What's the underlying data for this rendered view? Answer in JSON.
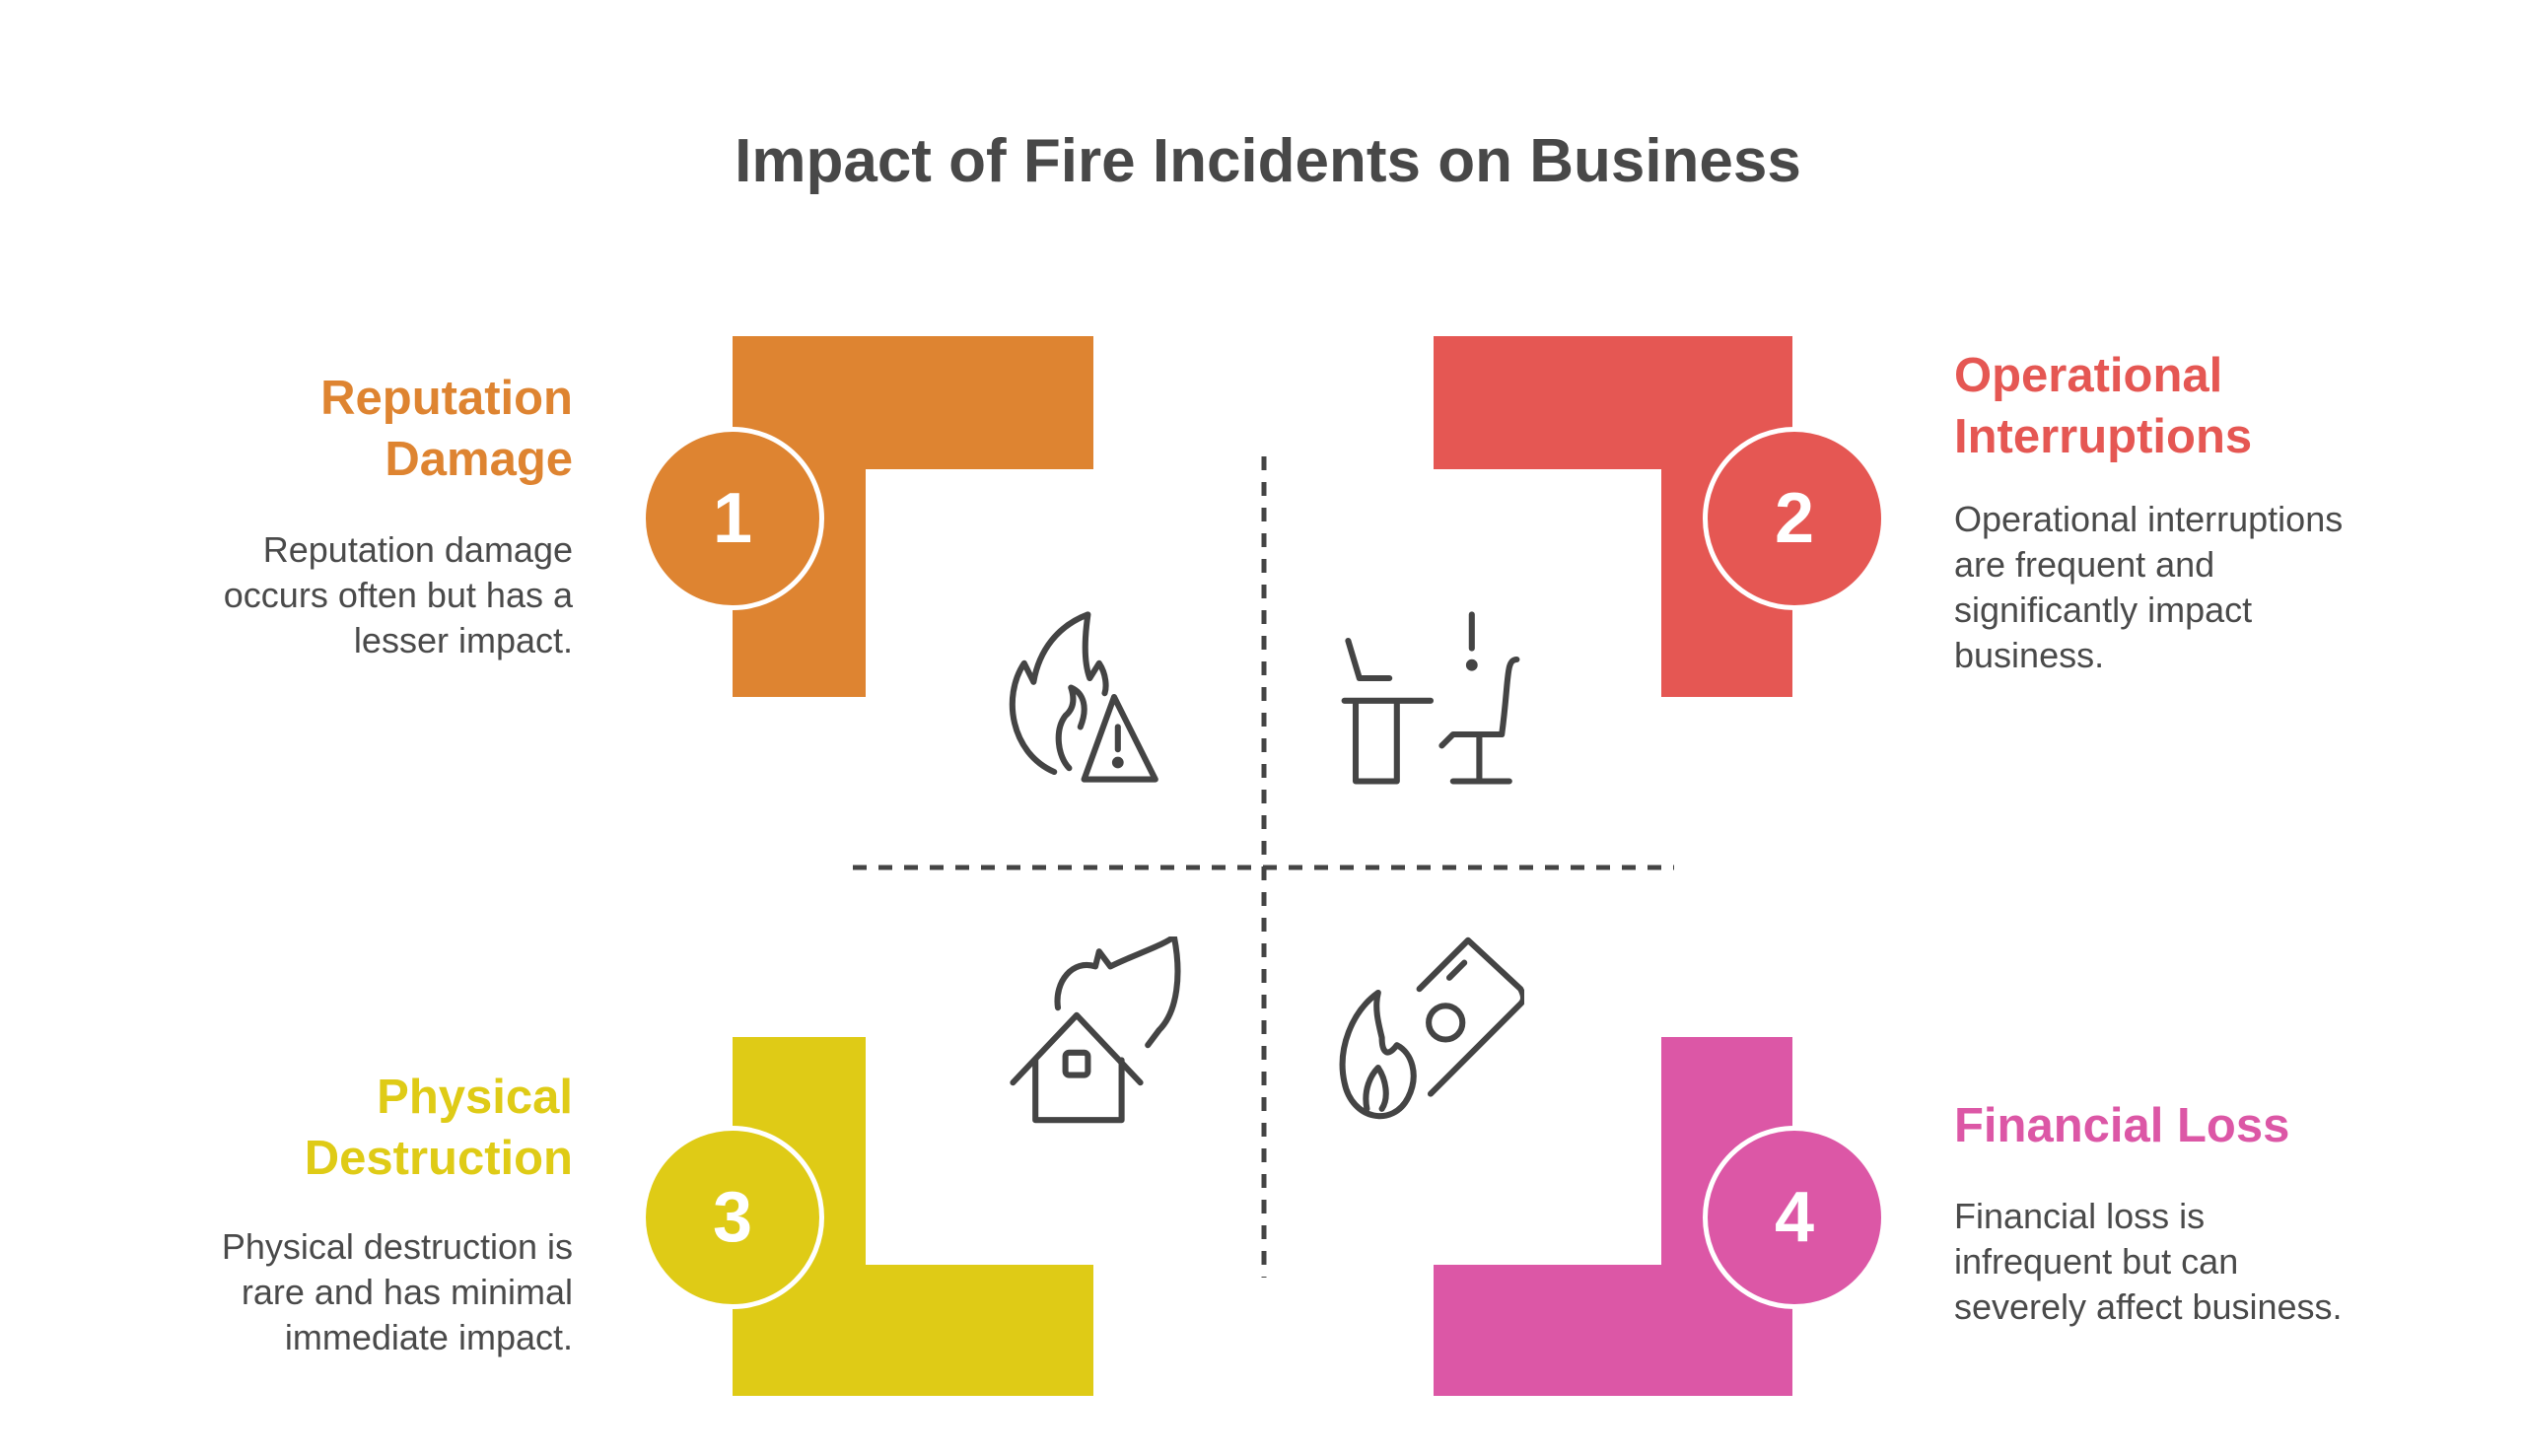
{
  "title": "Impact of Fire Incidents on Business",
  "colors": {
    "orange": "#DE8431",
    "red": "#E55753",
    "yellow": "#DFCB16",
    "pink": "#DC57A6",
    "text": "#474747"
  },
  "quadrants": [
    {
      "number": "1",
      "heading_lines": [
        "Reputation",
        "Damage"
      ],
      "body_lines": [
        "Reputation damage",
        "occurs often but has a",
        "lesser impact."
      ],
      "icon": "fire-warning-icon"
    },
    {
      "number": "2",
      "heading_lines": [
        "Operational",
        "Interruptions"
      ],
      "body_lines": [
        "Operational interruptions",
        "are frequent and",
        "significantly impact",
        "business."
      ],
      "icon": "office-desk-alert-icon"
    },
    {
      "number": "3",
      "heading_lines": [
        "Physical",
        "Destruction"
      ],
      "body_lines": [
        "Physical destruction is",
        "rare and has minimal",
        "immediate impact."
      ],
      "icon": "house-fire-icon"
    },
    {
      "number": "4",
      "heading_lines": [
        "Financial Loss"
      ],
      "body_lines": [
        "Financial loss is",
        "infrequent but can",
        "severely affect business."
      ],
      "icon": "money-fire-icon"
    }
  ]
}
